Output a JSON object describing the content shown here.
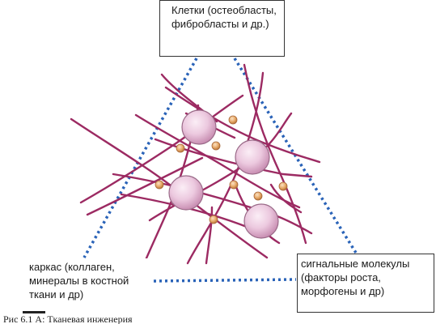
{
  "labels": {
    "cells": [
      "Клетки (остеобласты,",
      "фибробласты и др.)"
    ],
    "scaffold": [
      "каркас (коллаген,",
      "минералы в костной",
      "ткани и др)"
    ],
    "signal": [
      "сигнальные молекулы",
      "(факторы роста,",
      "морфогены и др)"
    ]
  },
  "caption": "Рис 6.1 А: Тканевая инженерия",
  "colors": {
    "triangle": "#2a63b8",
    "fibers": "#9c2a62",
    "cells_fill": "#e9c6dd",
    "cells_stroke": "#9a6a88",
    "molecules_fill": "#e4a364",
    "molecules_stroke": "#a8683a"
  }
}
